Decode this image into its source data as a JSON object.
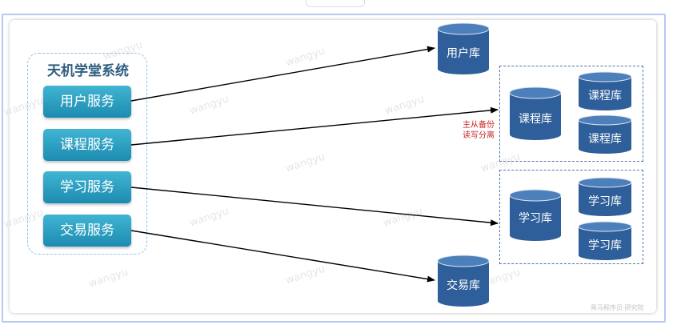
{
  "system_title": "天机学堂系统",
  "services": [
    "用户服务",
    "课程服务",
    "学习服务",
    "交易服务"
  ],
  "databases": {
    "user": "用户库",
    "course_master": "课程库",
    "course_replica_1": "课程库",
    "course_replica_2": "课程库",
    "study_master": "学习库",
    "study_replica_1": "学习库",
    "study_replica_2": "学习库",
    "trade": "交易库"
  },
  "note": {
    "line1": "主从备份",
    "line2": "读写分离"
  },
  "watermark": "wangyu",
  "footer_mark": "黑马程序员·研究院",
  "colors": {
    "service_fill": "#2aa2c6",
    "database_fill": "#2f5f9a",
    "arrow": "#000000",
    "note_text": "#cc2222",
    "group_border": "#4f75a8"
  }
}
